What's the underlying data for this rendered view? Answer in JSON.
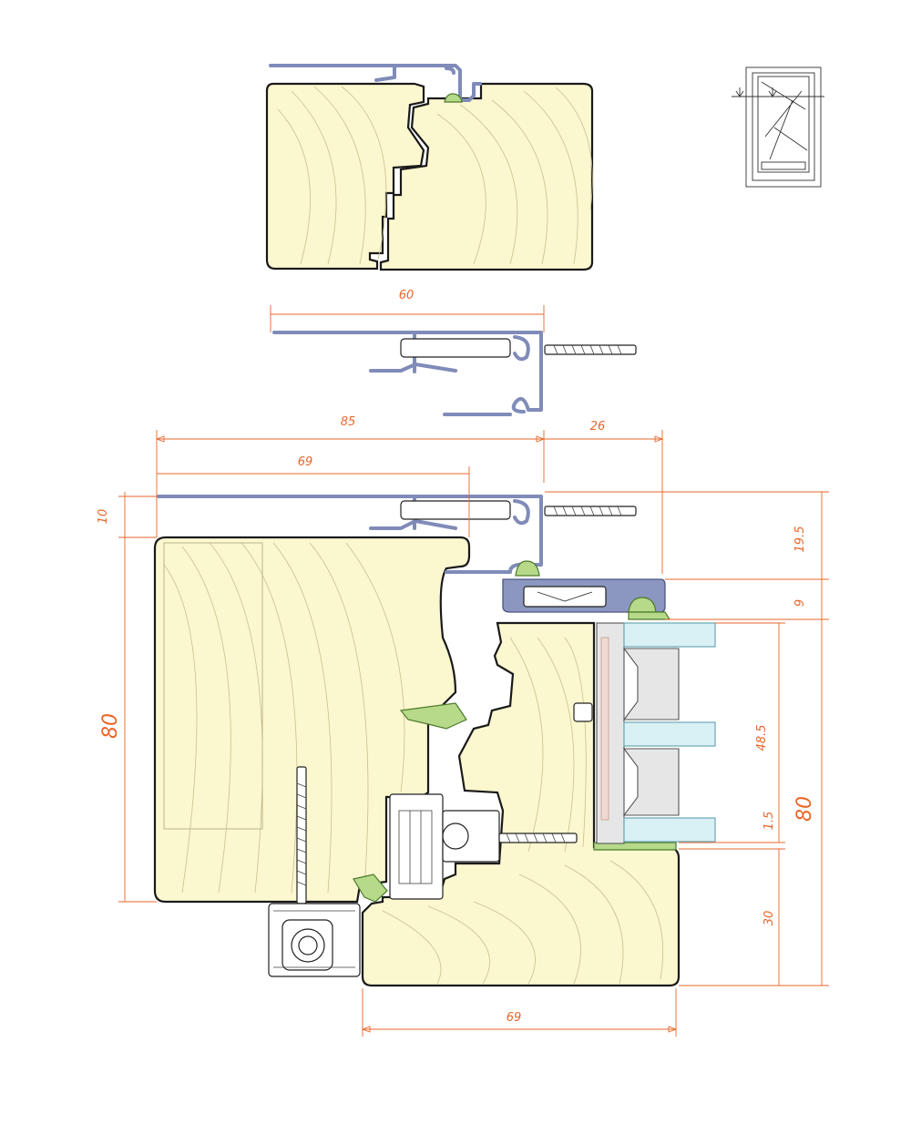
{
  "diagram": {
    "dimensions": {
      "top_profile_width": "60",
      "overall_width": "85",
      "reveal_width": "26",
      "cap_width": "69",
      "cap_height": "10",
      "frame_height": "80",
      "top_offset": "19.5",
      "gap": "9",
      "glass_height": "48.5",
      "glass_gap": "1.5",
      "sash_height": "80",
      "bottom_rail": "30",
      "sash_width": "69"
    },
    "colors": {
      "wood": "#fbf7cf",
      "aluminium": "#8b97c0",
      "gasket": "#b6d98a",
      "glass": "#d9f0f4",
      "dimension": "#e8662a"
    }
  }
}
